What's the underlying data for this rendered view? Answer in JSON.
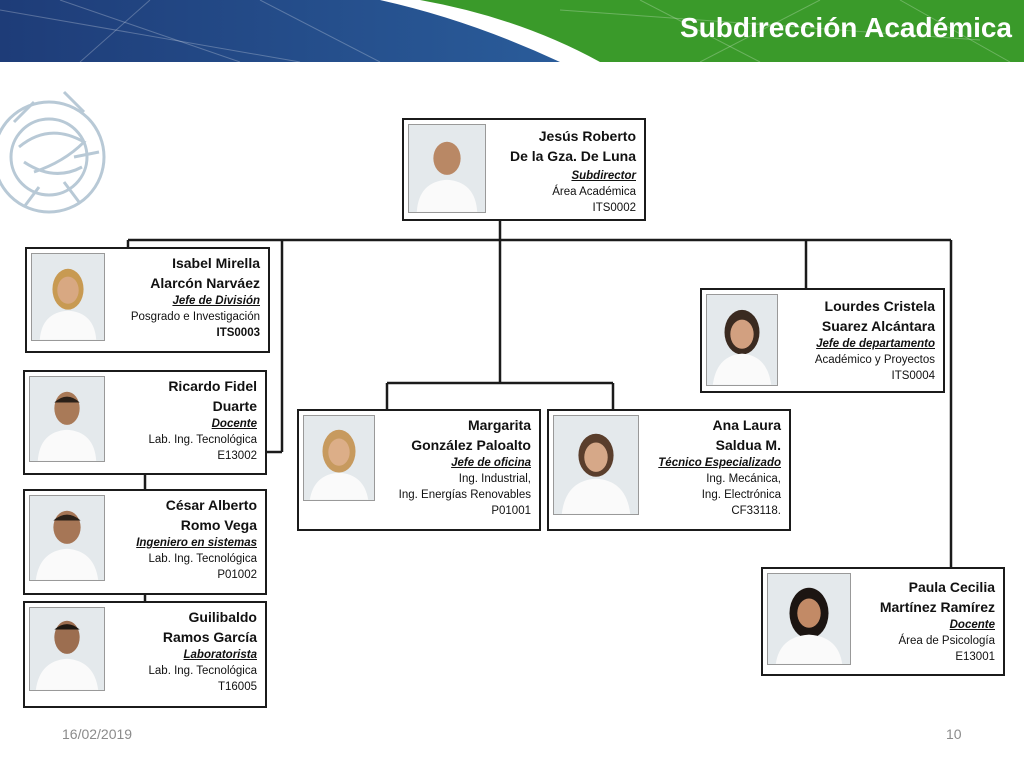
{
  "header": {
    "title": "Subdirección Académica"
  },
  "colors": {
    "banner_blue": "#1e3c78",
    "banner_green": "#3a9a2a",
    "line": "#1b1b1b"
  },
  "people": {
    "director": {
      "name1": "Jesús Roberto",
      "name2": "De la Gza. De Luna",
      "position": "Subdirector",
      "dept": "Área Académica",
      "code": "ITS0002"
    },
    "isabel": {
      "name1": "Isabel Mirella",
      "name2": "Alarcón Narváez",
      "position": "Jefe de División",
      "dept": "Posgrado e  Investigación",
      "code": "ITS0003"
    },
    "ricardo": {
      "name1": "Ricardo Fidel",
      "name2": "Duarte",
      "position": "Docente",
      "dept": "Lab. Ing. Tecnológica",
      "code": "E13002"
    },
    "cesar": {
      "name1": "César Alberto",
      "name2": "Romo Vega",
      "position": "Ingeniero en sistemas",
      "dept": "Lab. Ing. Tecnológica",
      "code": "P01002"
    },
    "guilibaldo": {
      "name1": "Guilibaldo",
      "name2": "Ramos García",
      "position": "Laboratorista",
      "dept": "Lab. Ing. Tecnológica",
      "code": "T16005"
    },
    "margarita": {
      "name1": "Margarita",
      "name2": "González Paloalto",
      "position": "Jefe de oficina",
      "dept": "Ing. Industrial,",
      "dept2": "Ing. Energías Renovables",
      "code": "P01001"
    },
    "ana": {
      "name1": "Ana Laura",
      "name2": "Saldua M.",
      "position": "Técnico Especializado",
      "dept": "Ing. Mecánica,",
      "dept2": "Ing. Electrónica",
      "code": "CF33118."
    },
    "lourdes": {
      "name1": "Lourdes Cristela",
      "name2": "Suarez Alcántara",
      "position": "Jefe de  departamento",
      "dept": "Académico y Proyectos",
      "code": "ITS0004"
    },
    "paula": {
      "name1": "Paula Cecilia",
      "name2": "Martínez Ramírez",
      "position": "Docente",
      "dept": "Área de Psicología",
      "code": "E13001"
    }
  },
  "footer": {
    "date": "16/02/2019",
    "page": "10"
  }
}
